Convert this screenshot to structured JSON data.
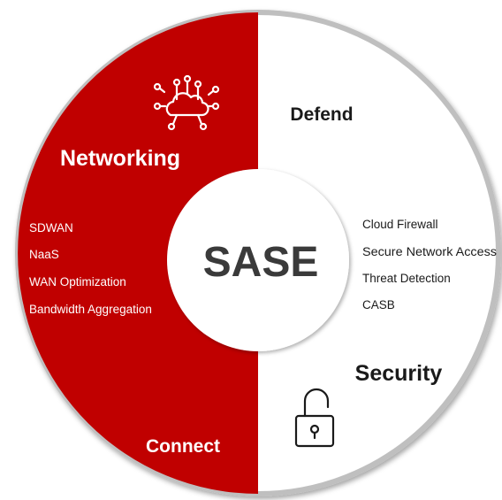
{
  "center": {
    "label": "SASE"
  },
  "left": {
    "heading": "Networking",
    "items": [
      "SDWAN",
      "NaaS",
      "WAN Optimization",
      "Bandwidth Aggregation"
    ],
    "footer": "Connect",
    "icon": "cloud-network-icon"
  },
  "right": {
    "heading": "Defend",
    "items": [
      "Cloud Firewall",
      "Secure Network Access",
      "Threat Detection",
      "CASB"
    ],
    "footer": "Security",
    "icon": "padlock-icon"
  },
  "colors": {
    "red": "#c00000",
    "border": "#bfbfbf",
    "dark_text": "#1a1a1a",
    "light_text": "#ffffff"
  }
}
